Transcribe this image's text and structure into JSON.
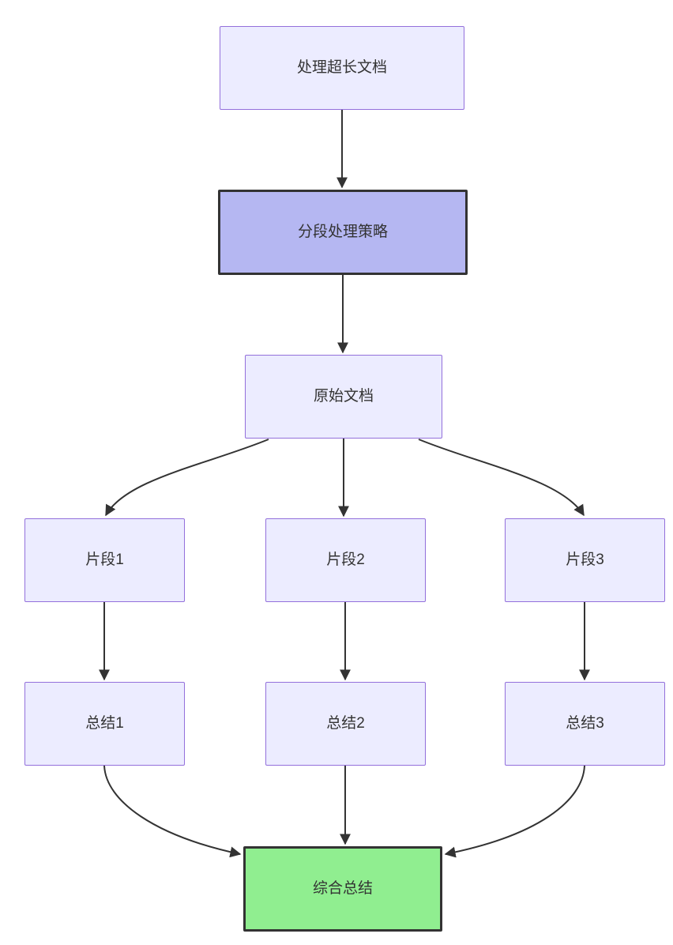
{
  "diagram": {
    "type": "flowchart",
    "direction": "top-down",
    "nodes": [
      {
        "id": "doc",
        "label": "处理超长文档",
        "variant": "default"
      },
      {
        "id": "strategy",
        "label": "分段处理策略",
        "variant": "emphasis"
      },
      {
        "id": "source",
        "label": "原始文档",
        "variant": "default"
      },
      {
        "id": "chunk1",
        "label": "片段1",
        "variant": "default"
      },
      {
        "id": "chunk2",
        "label": "片段2",
        "variant": "default"
      },
      {
        "id": "chunk3",
        "label": "片段3",
        "variant": "default"
      },
      {
        "id": "summary1",
        "label": "总结1",
        "variant": "default"
      },
      {
        "id": "summary2",
        "label": "总结2",
        "variant": "default"
      },
      {
        "id": "summary3",
        "label": "总结3",
        "variant": "default"
      },
      {
        "id": "final",
        "label": "综合总结",
        "variant": "result"
      }
    ],
    "edges": [
      {
        "from": "处理超长文档",
        "to": "分段处理策略"
      },
      {
        "from": "分段处理策略",
        "to": "原始文档"
      },
      {
        "from": "原始文档",
        "to": "片段1"
      },
      {
        "from": "原始文档",
        "to": "片段2"
      },
      {
        "from": "原始文档",
        "to": "片段3"
      },
      {
        "from": "片段1",
        "to": "总结1"
      },
      {
        "from": "片段2",
        "to": "总结2"
      },
      {
        "from": "片段3",
        "to": "总结3"
      },
      {
        "from": "总结1",
        "to": "综合总结"
      },
      {
        "from": "总结2",
        "to": "综合总结"
      },
      {
        "from": "总结3",
        "to": "综合总结"
      }
    ],
    "colors": {
      "background": "#FFFFFF",
      "node_fill": "#ECECFF",
      "node_border": "#9370DB",
      "emphasis_fill": "#B5B7F2",
      "result_fill": "#90EE90",
      "dark_border": "#333333",
      "edge": "#333333",
      "text": "#333333"
    }
  }
}
